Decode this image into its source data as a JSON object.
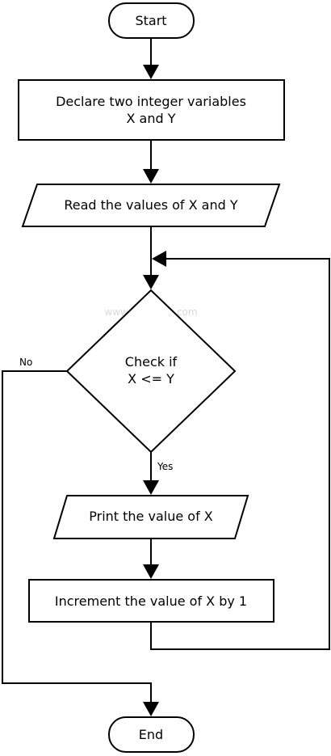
{
  "flowchart": {
    "start": "Start",
    "declare": [
      "Declare two integer variables",
      "X and Y"
    ],
    "read": "Read the values of X and Y",
    "decision": [
      "Check if",
      "X <= Y"
    ],
    "yes": "Yes",
    "no": "No",
    "print": "Print the value of X",
    "increment": "Increment the value of X by 1",
    "end": "End"
  },
  "watermark": "www.SkillRack.com"
}
